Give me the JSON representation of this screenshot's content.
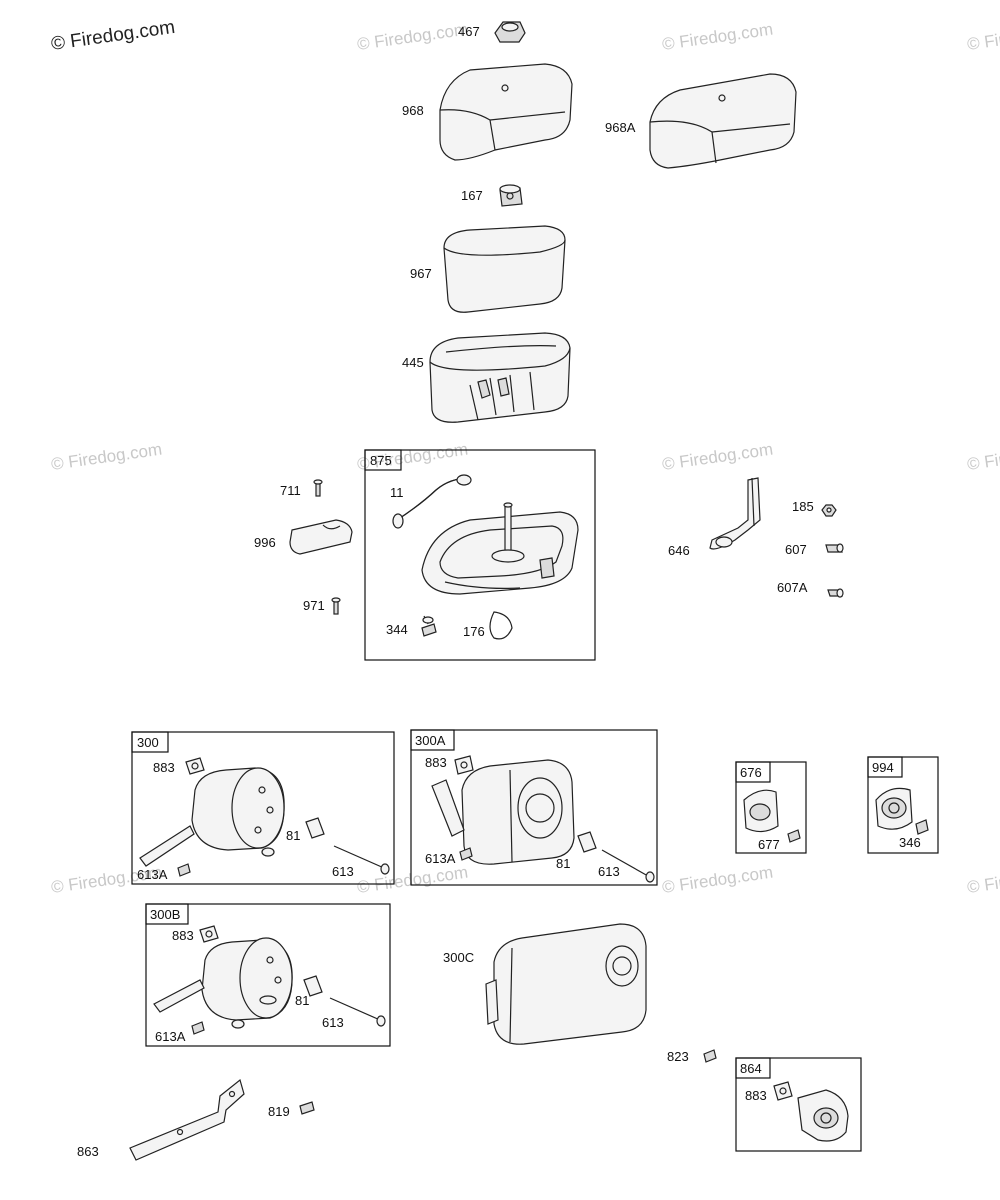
{
  "watermark": {
    "main": "© Firedog.com",
    "repeat": "© Firedog.com"
  },
  "boxes": {
    "b875": "875",
    "b300": "300",
    "b300A": "300A",
    "b300B": "300B",
    "b676": "676",
    "b994": "994",
    "b864": "864"
  },
  "labels": {
    "p467": "467",
    "p968": "968",
    "p968A": "968A",
    "p167": "167",
    "p967": "967",
    "p445": "445",
    "p711": "711",
    "p996": "996",
    "p971": "971",
    "p11": "11",
    "p344": "344",
    "p176": "176",
    "p185": "185",
    "p646": "646",
    "p607": "607",
    "p607A": "607A",
    "p300_883": "883",
    "p300_81": "81",
    "p300_613A": "613A",
    "p300_613": "613",
    "p300A_883": "883",
    "p300A_613A": "613A",
    "p300A_81": "81",
    "p300A_613": "613",
    "p677": "677",
    "p346": "346",
    "p300B_883": "883",
    "p300B_81": "81",
    "p300B_613": "613",
    "p300B_613A": "613A",
    "p300C": "300C",
    "p823": "823",
    "p864_883": "883",
    "p819": "819",
    "p863": "863"
  }
}
